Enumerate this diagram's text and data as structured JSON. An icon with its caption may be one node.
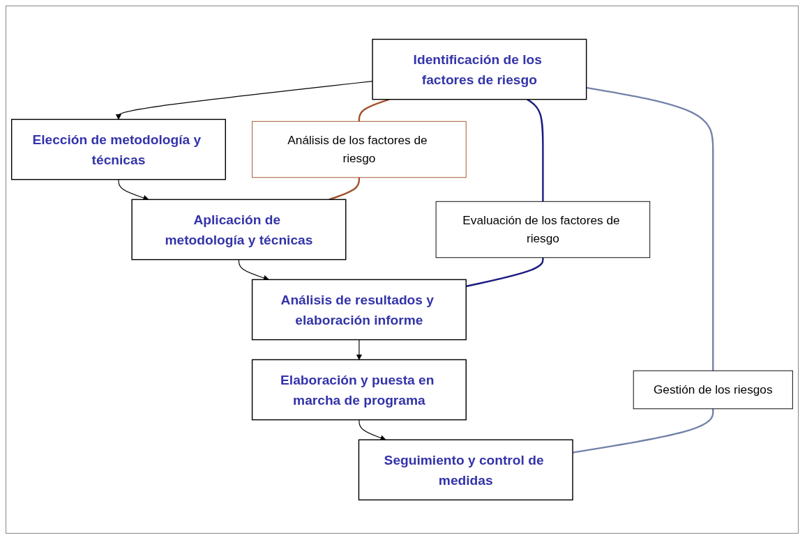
{
  "diagram": {
    "nodes": [
      {
        "text": [
          "Identificación de los factores de riesgo"
        ]
      },
      {
        "text": [
          "Elección de metodología y técnicas"
        ]
      },
      {
        "text": [
          "Aplicación de metodología y técnicas"
        ]
      },
      {
        "text": [
          "Análisis de resultados y elaboración informe"
        ]
      },
      {
        "text": [
          "Elaboración y puesta en marcha de programa"
        ]
      },
      {
        "text": [
          "Seguimiento y control de medidas"
        ]
      },
      {
        "text": [
          "Análisis de los factores de riesgo"
        ]
      },
      {
        "text": [
          "Evaluación de los factores de riesgo"
        ]
      },
      {
        "text": [
          "Gestión de los riesgos"
        ]
      }
    ],
    "edges": [
      {
        "from": 0,
        "to": 1,
        "arrow": "to"
      },
      {
        "from": 1,
        "to": 2,
        "arrow": "to"
      },
      {
        "from": 2,
        "to": 3,
        "arrow": "to"
      },
      {
        "from": 3,
        "to": 4,
        "arrow": "to"
      },
      {
        "from": 4,
        "to": 5,
        "arrow": "to"
      },
      {
        "from": 0,
        "to": 6,
        "arrow": "none",
        "color": "#a0522d"
      },
      {
        "from": 6,
        "to": 2,
        "arrow": "none",
        "color": "#a0522d"
      },
      {
        "from": 0,
        "to": 7,
        "arrow": "none",
        "color": "#1a1a80"
      },
      {
        "from": 7,
        "to": 3,
        "arrow": "none",
        "color": "#1a1a80"
      },
      {
        "from": 0,
        "to": 8,
        "arrow": "none",
        "color": "#7382a8"
      },
      {
        "from": 8,
        "to": 5,
        "arrow": "none",
        "color": "#7382a8"
      }
    ]
  }
}
